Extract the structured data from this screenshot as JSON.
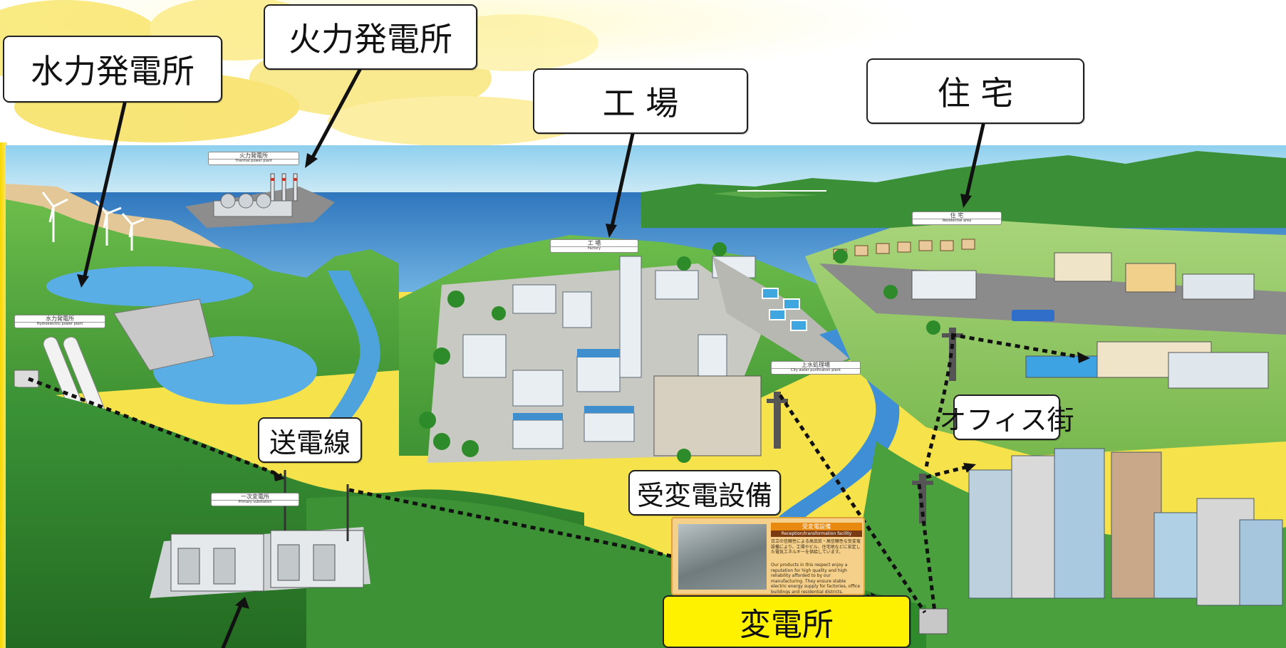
{
  "callouts": {
    "hydro": "水力発電所",
    "thermal": "火力発電所",
    "factory": "工 場",
    "housing": "住 宅",
    "transmission_line": "送電線",
    "office": "オフィス街",
    "receiving_equipment": "受変電設備",
    "substation": "変電所"
  },
  "scene_tags": {
    "thermal": {
      "jp": "火力発電所",
      "en": "Thermal power plant"
    },
    "hydro": {
      "jp": "水力発電所",
      "en": "Hydroelectric power plant"
    },
    "factory": {
      "jp": "工 場",
      "en": "Factory"
    },
    "residential": {
      "jp": "住 宅",
      "en": "Residential area"
    },
    "water": {
      "jp": "上水処理場",
      "en": "City water purification plant"
    },
    "primary": {
      "jp": "一次変電所",
      "en": "Primary substation"
    }
  },
  "info_panel": {
    "heading": "受変電設備",
    "subheading": "Reception/transformation facility",
    "body_jp": "日立の信頼性による高品質・高信頼性な受変電設備により、工場やビル、住宅地などに安定した電気エネルギーを供給しています。",
    "body_en": "Our products in this respect enjoy a reputation for high quality and high reliability afforded to by our manufacturing. They ensure stable electric energy supply for factories, office buildings and residential districts."
  },
  "colors": {
    "sky_top": "#8fd0ee",
    "sea": "#3f86c8",
    "hill_dark": "#2f7d2b",
    "hill_mid": "#4aa03c",
    "hill_light": "#8fc85a",
    "substation_label_bg": "#fff200",
    "background_yellow": "#f6e24a"
  }
}
